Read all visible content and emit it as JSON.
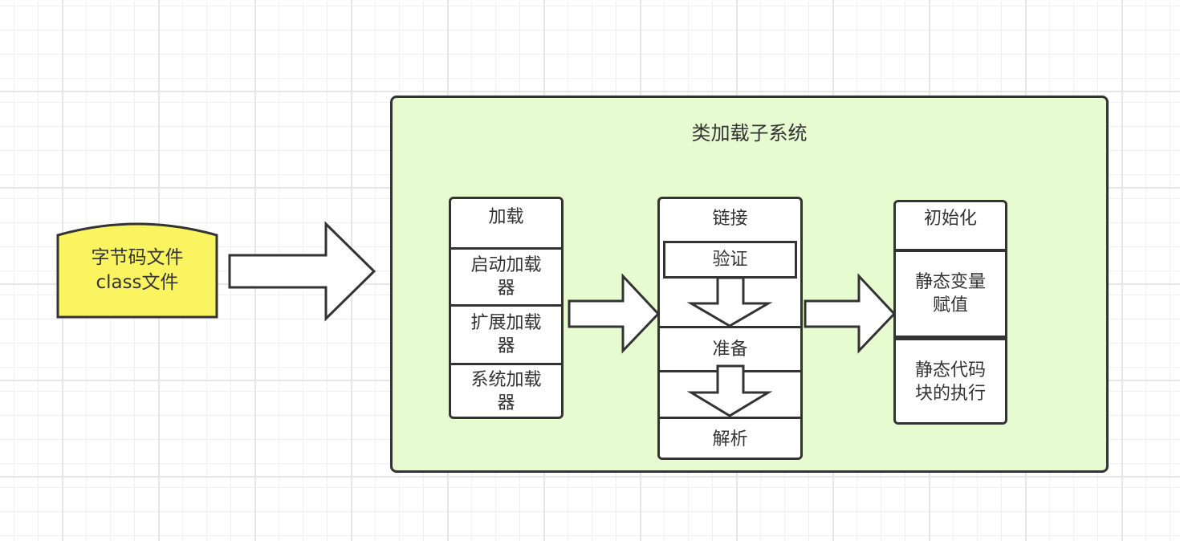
{
  "source": {
    "line1": "字节码文件",
    "line2": "class文件",
    "fill_color": "#fbf461"
  },
  "subsystem": {
    "title": "类加载子系统",
    "fill_color": "#e6fbd0"
  },
  "loading": {
    "header": "加载",
    "items": [
      {
        "line1": "启动加载",
        "line2": "器"
      },
      {
        "line1": "扩展加载",
        "line2": "器"
      },
      {
        "line1": "系统加载",
        "line2": "器"
      }
    ]
  },
  "linking": {
    "header": "链接",
    "steps": [
      "验证",
      "准备",
      "解析"
    ]
  },
  "initialization": {
    "header": "初始化",
    "items": [
      {
        "line1": "静态变量",
        "line2": "赋值"
      },
      {
        "line1": "静态代码",
        "line2": "块的执行"
      }
    ]
  },
  "arrows": [
    {
      "from": "source",
      "to": "subsystem"
    },
    {
      "from": "loading",
      "to": "linking"
    },
    {
      "from": "linking",
      "to": "initialization"
    },
    {
      "from": "验证",
      "to": "准备"
    },
    {
      "from": "准备",
      "to": "解析"
    }
  ]
}
